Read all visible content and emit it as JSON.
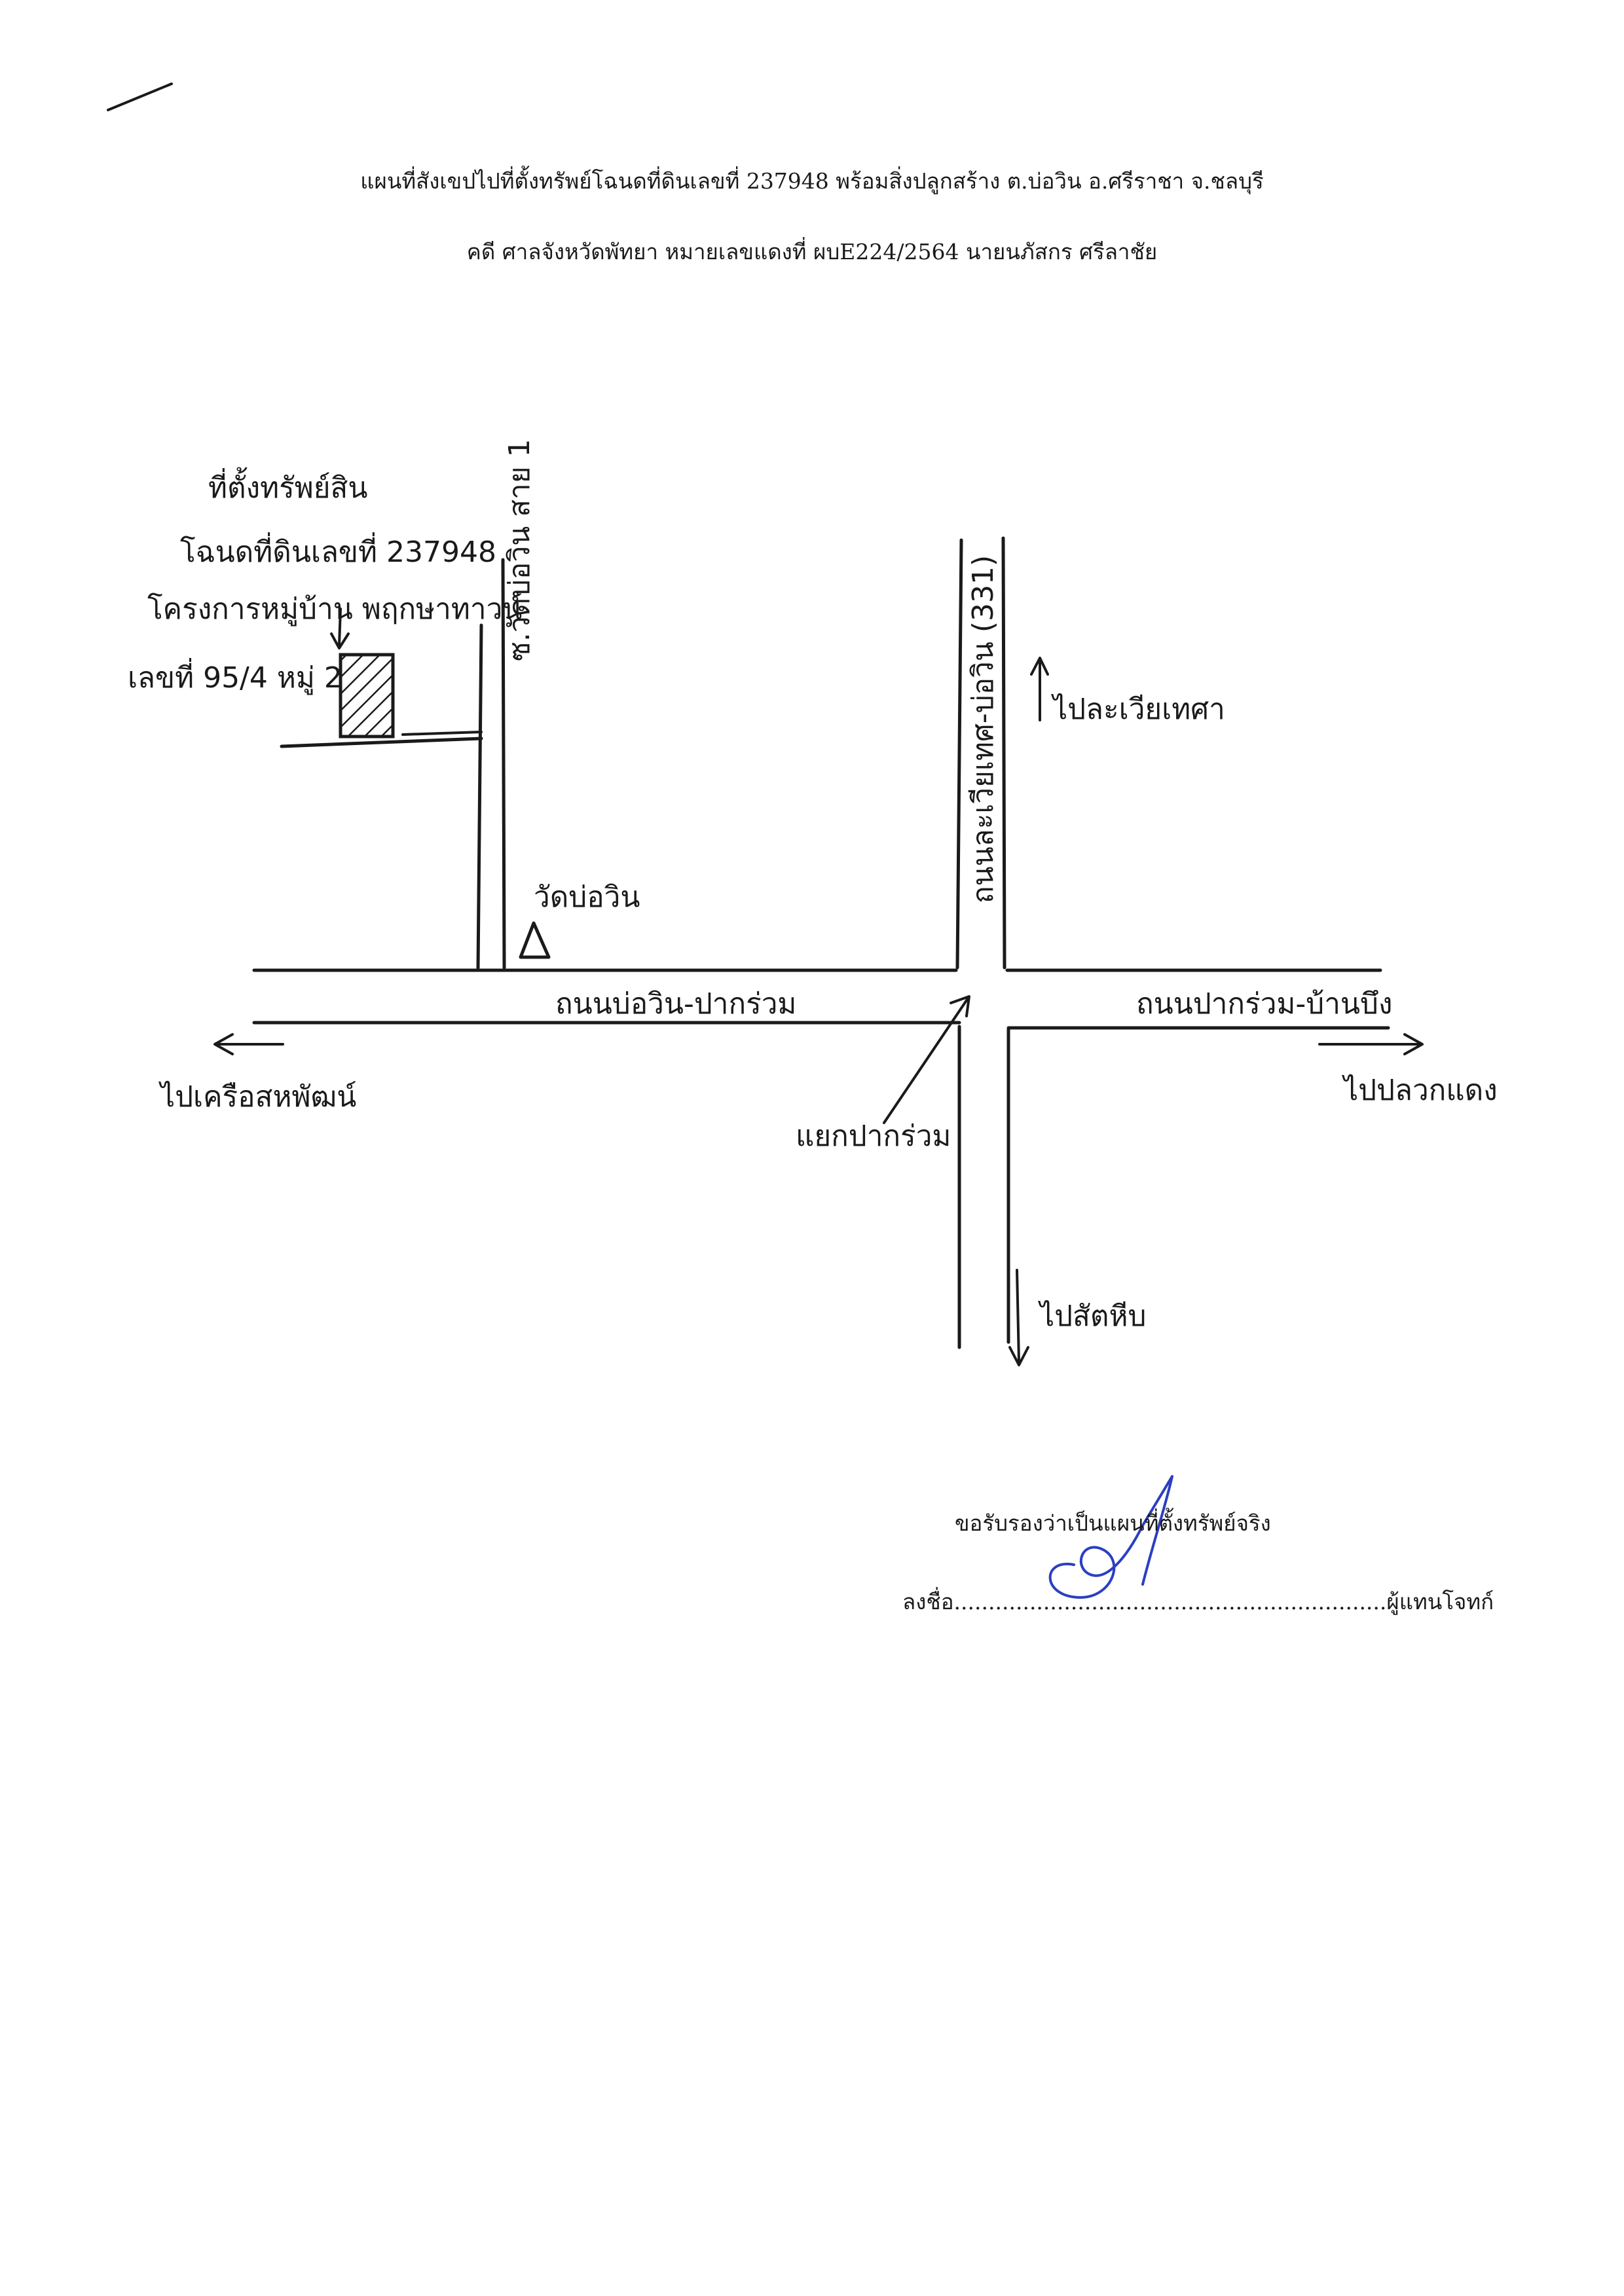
{
  "header": {
    "line1": "แผนที่สังเขปไปที่ตั้งทรัพย์โฉนดที่ดินเลขที่ 237948 พร้อมสิ่งปลูกสร้าง ต.บ่อวิน อ.ศรีราชา จ.ชลบุรี",
    "line2": "คดี ศาลจังหวัดพัทยา  หมายเลขแดงที่ ผบE224/2564  นายนภัสกร ศรีลาชัย"
  },
  "map": {
    "property": {
      "line1": "ที่ตั้งทรัพย์สิน",
      "line2": "โฉนดที่ดินเลขที่ 237948",
      "line3": "โครงการหมู่บ้าน พฤกษาทาวน์",
      "line4": "เลขที่ 95/4 หมู่ 2"
    },
    "soi_label": "ซ.วัดบ่อวิน สาย 1",
    "temple_label": "วัดบ่อวิน",
    "road_vertical": "ถนนละเวียเทศ-บ่อวิน (331)",
    "to_north": "ไปละเวียเทศา",
    "road_west": "ถนนบ่อวิน-ปากร่วม",
    "road_east": "ถนนปากร่วม-บ้านบึง",
    "to_west": "ไปเครือสหพัฒน์",
    "to_east": "ไปปลวกแดง",
    "junction": "แยกปากร่วม",
    "to_south": "ไปสัตหีบ"
  },
  "signature": {
    "certify": "ขอรับรองว่าเป็นแผนที่ตั้งทรัพย์จริง",
    "sign_line": "ลงชื่อ...............................................................ผู้แทนโจทก์"
  }
}
